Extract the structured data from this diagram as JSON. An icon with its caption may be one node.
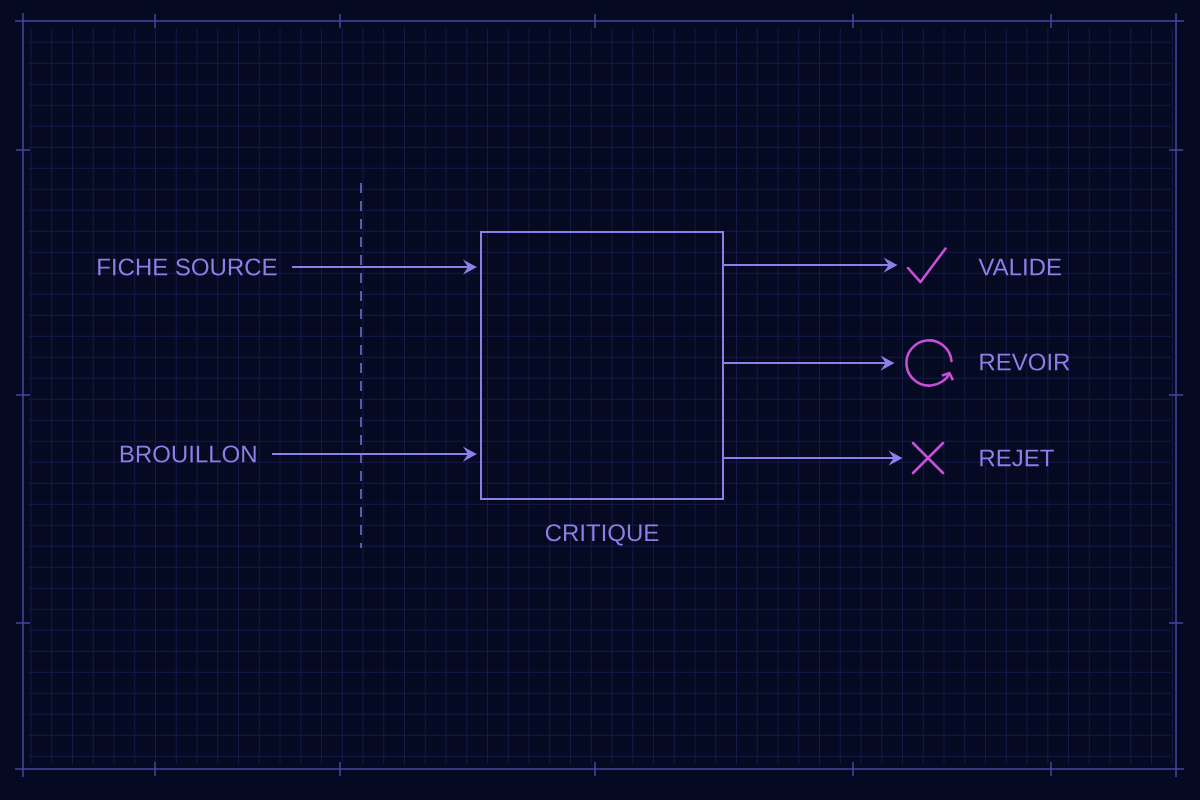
{
  "diagram": {
    "nodes": [
      {
        "text": [
          "FICHE SOURCE"
        ]
      },
      {
        "text": [
          "BROUILLON"
        ]
      },
      {
        "text": [
          "CRITIQUE"
        ]
      },
      {
        "text": [],
        "shape": "picture",
        "beside": [
          "VALIDE"
        ]
      },
      {
        "text": [],
        "shape": "picture",
        "beside": [
          "REVOIR"
        ]
      },
      {
        "text": [],
        "shape": "picture",
        "beside": [
          "REJET"
        ]
      }
    ],
    "edges": [
      {
        "from": 0,
        "to": 2,
        "arrow": "to"
      },
      {
        "from": 1,
        "to": 2,
        "arrow": "to"
      },
      {
        "from": 2,
        "to": 3,
        "arrow": "to"
      },
      {
        "from": 2,
        "to": 4,
        "arrow": "to"
      },
      {
        "from": 2,
        "to": 5,
        "arrow": "to"
      }
    ]
  }
}
